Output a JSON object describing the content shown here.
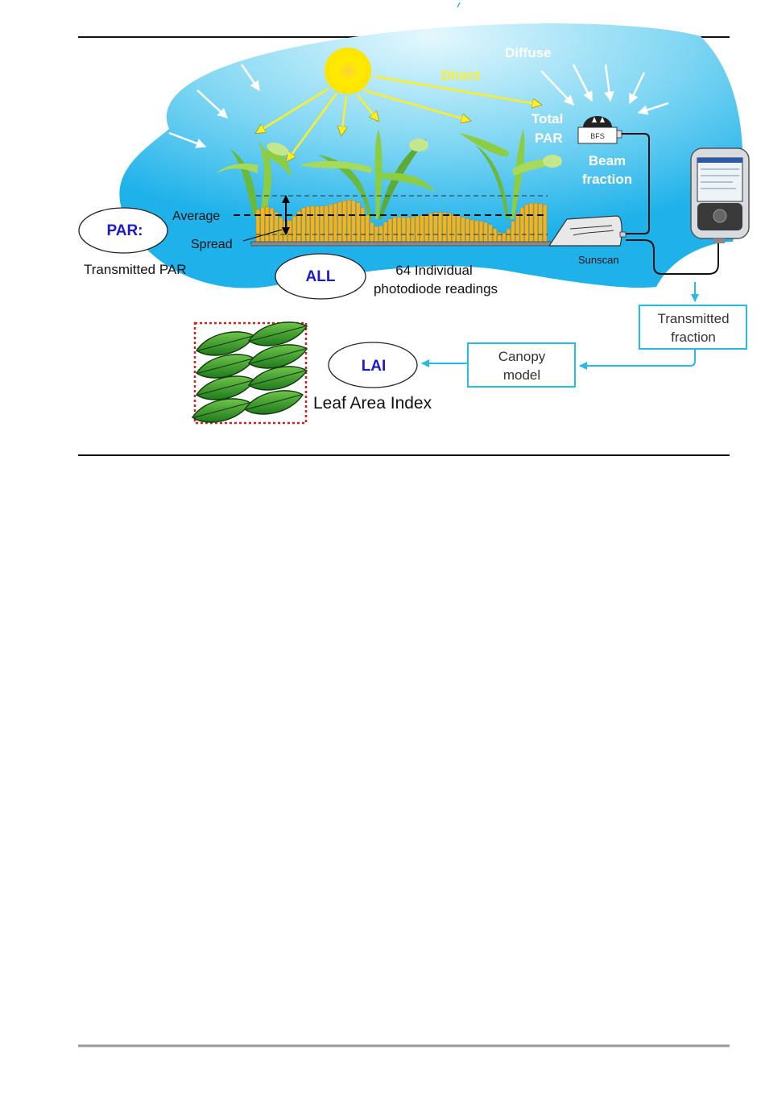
{
  "labels": {
    "direct": "Direct",
    "diffuse": "Diffuse",
    "total_par_1": "Total",
    "total_par_2": "PAR",
    "bfs": "BFS",
    "beam_fraction_1": "Beam",
    "beam_fraction_2": "fraction",
    "average": "Average",
    "spread": "Spread",
    "par_oval": "PAR:",
    "transmitted_par": "Transmitted PAR",
    "all_oval": "ALL",
    "readings_1": "64 Individual",
    "readings_2": "photodiode readings",
    "sunscan": "Sunscan",
    "transmitted_fraction_1": "Transmitted",
    "transmitted_fraction_2": "fraction",
    "canopy_model_1": "Canopy",
    "canopy_model_2": "model",
    "lai_oval": "LAI",
    "leaf_area_index": "Leaf Area Index"
  },
  "colors": {
    "sky_light": "#d8f4fc",
    "sky_dark": "#1fb2ea",
    "sun": "#ffea00",
    "arrow_yellow": "#ffee22",
    "bar_fill": "#f4b21d",
    "flow_blue": "#29b9e6",
    "oval_text_blue": "#1a1acc",
    "leaf_green": "#3a9e2d",
    "leaf_dot_border": "#d0201b"
  },
  "photodiode_count": 64
}
